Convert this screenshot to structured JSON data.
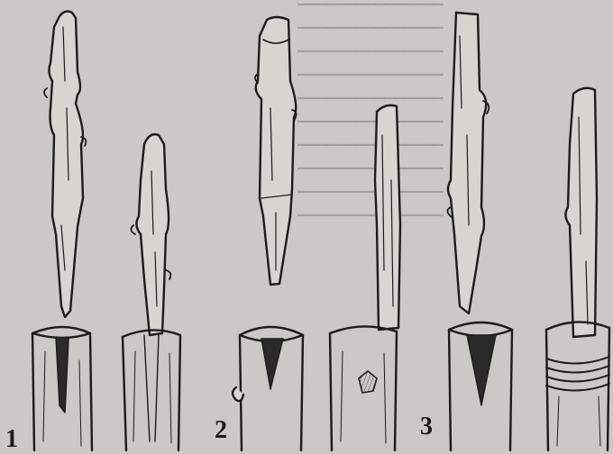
{
  "figure": {
    "labels": [
      "1",
      "2",
      "3"
    ]
  },
  "colors": {
    "paper": "#cbc9c6",
    "ink": "#1c1c1c"
  }
}
